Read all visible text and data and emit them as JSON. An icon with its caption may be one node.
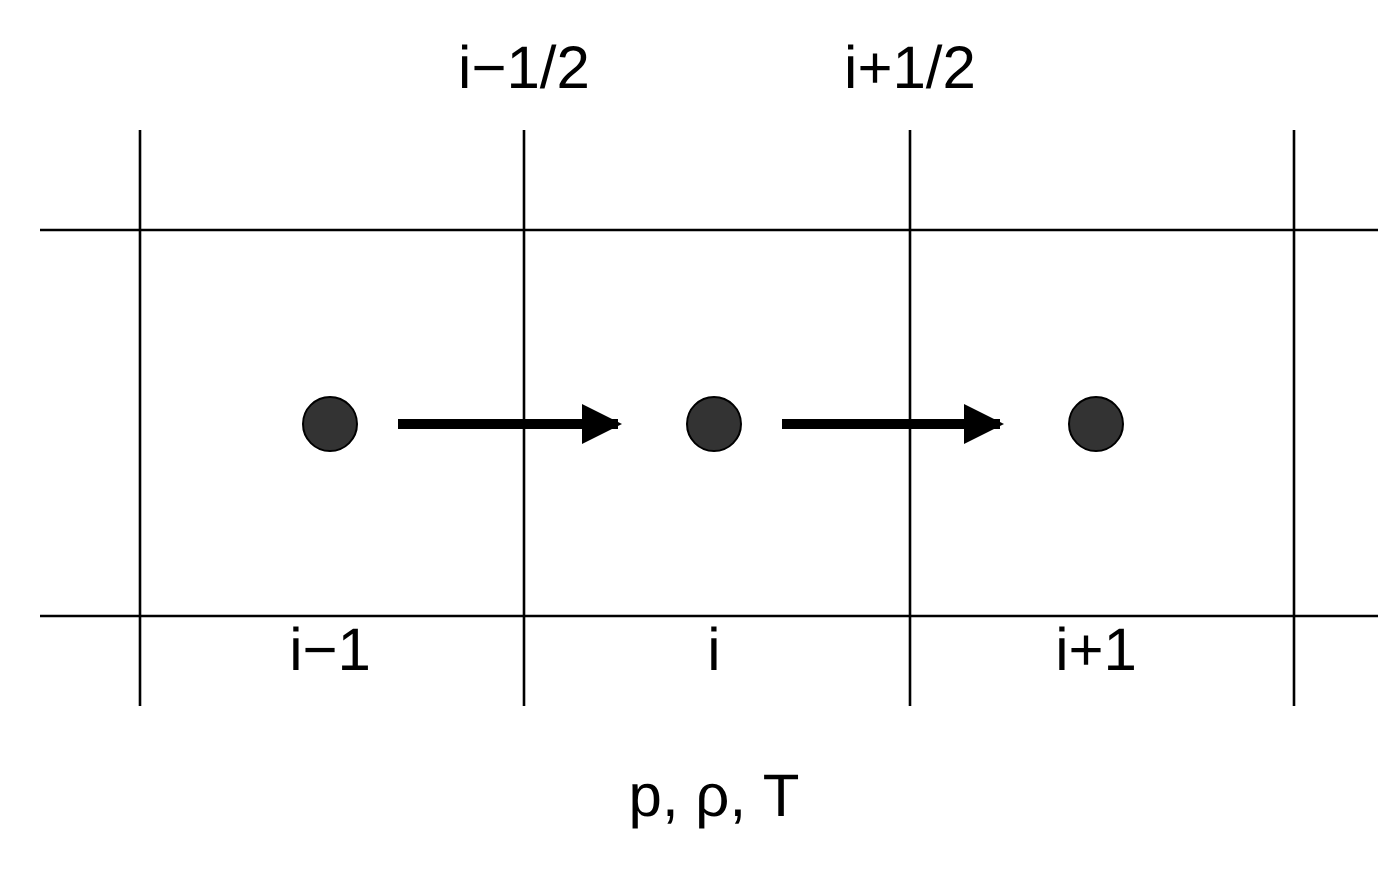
{
  "diagram": {
    "nodes": [
      {
        "text": [],
        "shape": "circle"
      },
      {
        "text": [],
        "shape": "circle"
      },
      {
        "text": [],
        "shape": "circle"
      }
    ],
    "edges": [
      {
        "from": 0,
        "to": 1,
        "arrow": "to"
      },
      {
        "from": 1,
        "to": 2,
        "arrow": "to"
      }
    ],
    "labels": [
      "i−1/2",
      "i+1/2",
      "i−1",
      "i",
      "i+1",
      "p, ρ, T"
    ]
  }
}
